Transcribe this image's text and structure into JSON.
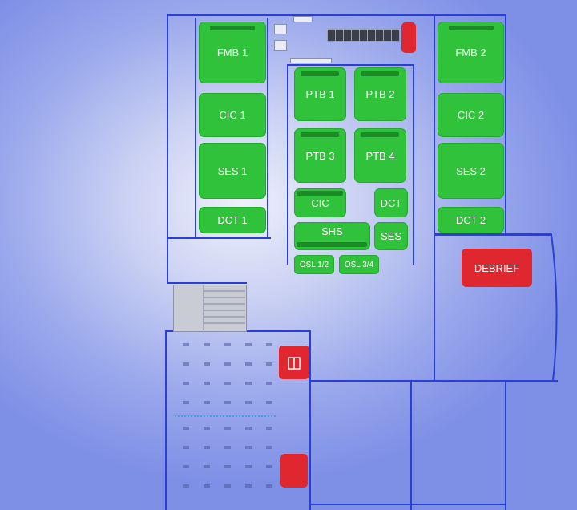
{
  "floorplan": {
    "rooms_left": [
      {
        "id": "fmb1",
        "label": "FMB 1"
      },
      {
        "id": "cic1",
        "label": "CIC 1"
      },
      {
        "id": "ses1",
        "label": "SES 1"
      },
      {
        "id": "dct1",
        "label": "DCT 1"
      }
    ],
    "rooms_center": [
      {
        "id": "ptb1",
        "label": "PTB 1"
      },
      {
        "id": "ptb2",
        "label": "PTB 2"
      },
      {
        "id": "ptb3",
        "label": "PTB 3"
      },
      {
        "id": "ptb4",
        "label": "PTB 4"
      },
      {
        "id": "cic",
        "label": "CIC"
      },
      {
        "id": "dct",
        "label": "DCT"
      },
      {
        "id": "shs",
        "label": "SHS"
      },
      {
        "id": "ses",
        "label": "SES"
      },
      {
        "id": "osl12",
        "label": "OSL 1/2"
      },
      {
        "id": "osl34",
        "label": "OSL 3/4"
      }
    ],
    "rooms_right": [
      {
        "id": "fmb2",
        "label": "FMB 2"
      },
      {
        "id": "cic2",
        "label": "CIC 2"
      },
      {
        "id": "ses2",
        "label": "SES 2"
      },
      {
        "id": "dct2",
        "label": "DCT 2"
      }
    ],
    "debrief": {
      "label": "DEBRIEF"
    },
    "colors": {
      "room": "#2fc23a",
      "alert": "#e0262f",
      "wall": "#2a3fd6"
    }
  }
}
